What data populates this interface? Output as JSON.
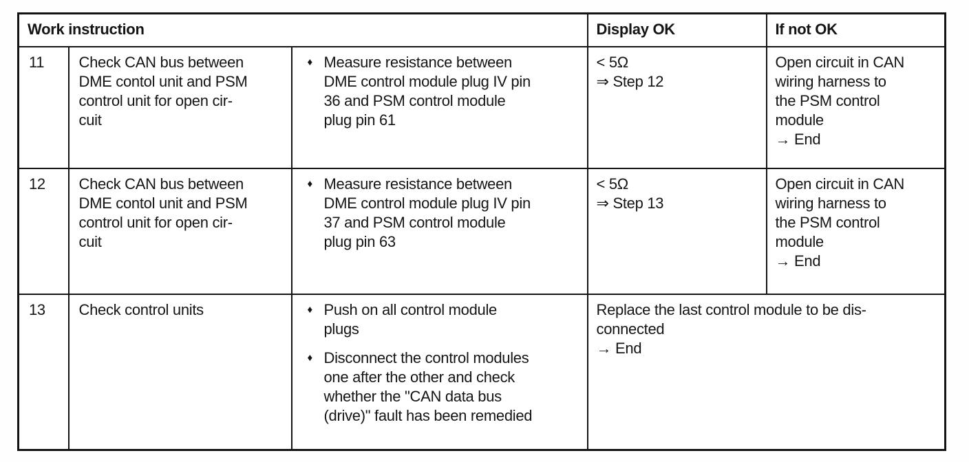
{
  "document": {
    "headers": {
      "work_instruction": "Work instruction",
      "display_ok": "Display OK",
      "if_not_ok": "If not OK"
    },
    "icons": {
      "bullet": "♦"
    },
    "colors": {
      "ink": "#141414",
      "paper": "#ffffff"
    },
    "rows": [
      {
        "step": "11",
        "description": "Check CAN bus between\nDME contol unit and PSM\ncontrol unit for open cir-\ncuit",
        "actions": [
          "Measure resistance between\nDME control module plug IV pin\n36 and PSM control module\nplug pin 61"
        ],
        "display_ok": "< 5Ω\n⇒ Step 12",
        "if_not_ok": "Open circuit in CAN\nwiring harness to\nthe PSM control\nmodule\n→ End"
      },
      {
        "step": "12",
        "description": "Check CAN bus between\nDME contol unit and PSM\ncontrol unit for open cir-\ncuit",
        "actions": [
          "Measure resistance between\nDME control module plug IV pin\n37 and PSM control module\nplug pin 63"
        ],
        "display_ok": "< 5Ω\n⇒ Step 13",
        "if_not_ok": "Open circuit in CAN\nwiring harness to\nthe PSM control\nmodule\n→ End"
      },
      {
        "step": "13",
        "description": "Check control units",
        "actions": [
          "Push on all control module\nplugs",
          "Disconnect the control modules\none after the other and check\nwhether the \"CAN data bus\n(drive)\" fault has been remedied"
        ],
        "result": "Replace the last control module to be dis-\nconnected\n→ End"
      }
    ]
  }
}
